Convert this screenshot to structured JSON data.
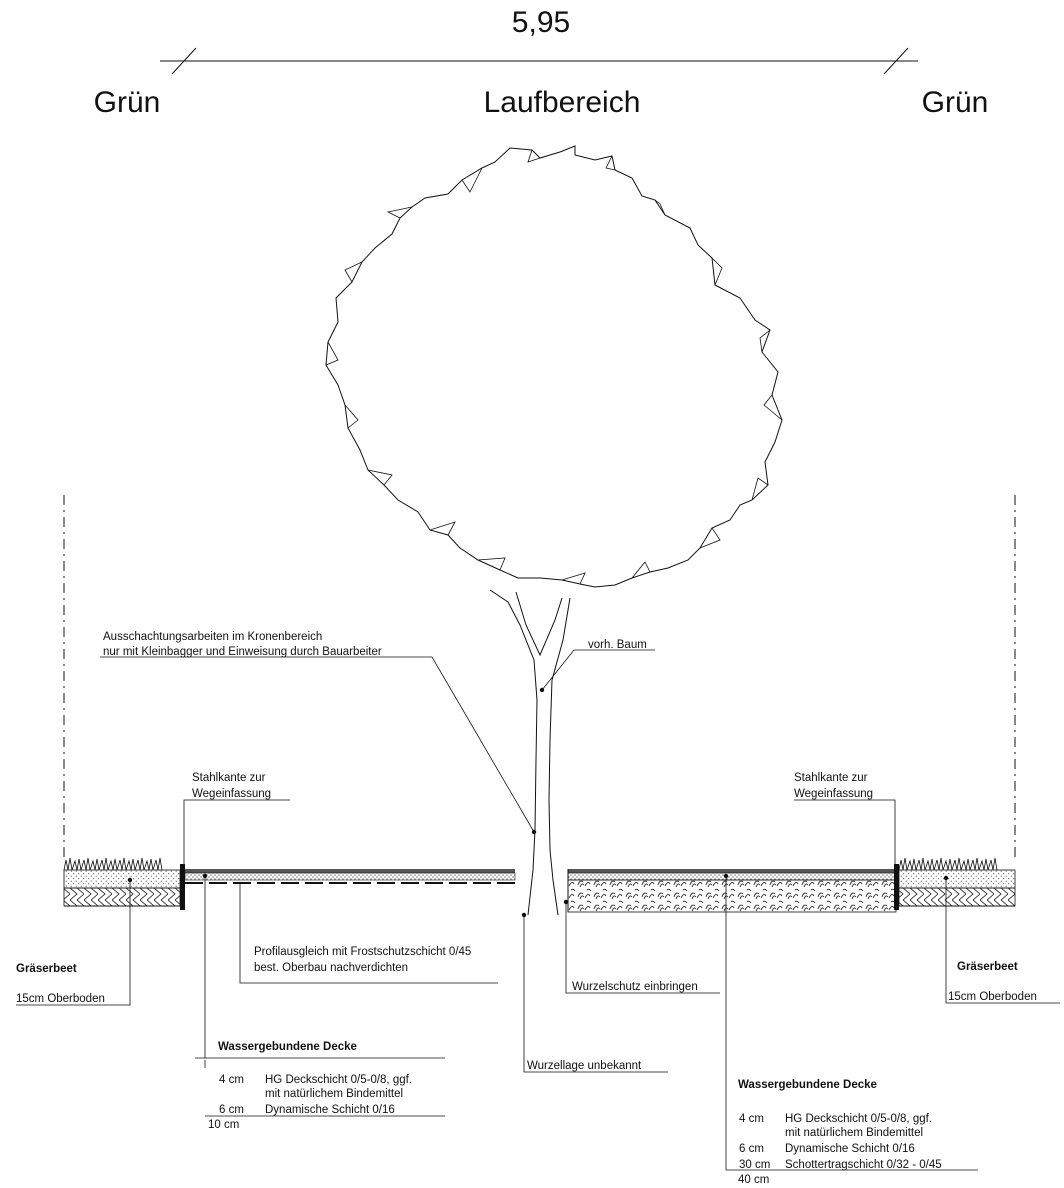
{
  "dimension": {
    "width_label": "5,95"
  },
  "zones": {
    "left": "Grün",
    "center": "Laufbereich",
    "right": "Grün"
  },
  "annotations": {
    "excavation_line1": "Ausschachtungsarbeiten im Kronenbereich",
    "excavation_line2": "nur mit Kleinbagger und Einweisung durch Bauarbeiter",
    "tree": "vorh. Baum",
    "steel_edge_left_line1": "Stahlkante zur",
    "steel_edge_left_line2": "Wegeinfassung",
    "steel_edge_right_line1": "Stahlkante zur",
    "steel_edge_right_line2": "Wegeinfassung",
    "profile_line1": "Profilausgleich mit Frostschutzschicht 0/45",
    "profile_line2": "best. Oberbau nachverdichten",
    "root_protection": "Wurzelschutz einbringen",
    "root_position": "Wurzellage unbekannt",
    "grass_bed_left_title": "Gräserbeet",
    "grass_bed_left_layer": "15cm  Oberboden",
    "grass_bed_right_title": "Gräserbeet",
    "grass_bed_right_layer": "15cm  Oberboden"
  },
  "cover_left": {
    "title": "Wassergebundene Decke",
    "layers": [
      {
        "thickness": "4 cm",
        "desc": "HG Deckschicht 0/5-0/8, ggf."
      },
      {
        "thickness": "",
        "desc": "mit natürlichem Bindemittel"
      },
      {
        "thickness": "6 cm",
        "desc": "Dynamische Schicht 0/16"
      }
    ],
    "total": "10 cm"
  },
  "cover_right": {
    "title": "Wassergebundene Decke",
    "layers": [
      {
        "thickness": "4 cm",
        "desc": "HG Deckschicht 0/5-0/8, ggf."
      },
      {
        "thickness": "",
        "desc": "mit natürlichem Bindemittel"
      },
      {
        "thickness": "6 cm",
        "desc": "Dynamische Schicht 0/16"
      },
      {
        "thickness": "30 cm",
        "desc": "Schottertragschicht 0/32 - 0/45"
      }
    ],
    "total": "40 cm"
  }
}
